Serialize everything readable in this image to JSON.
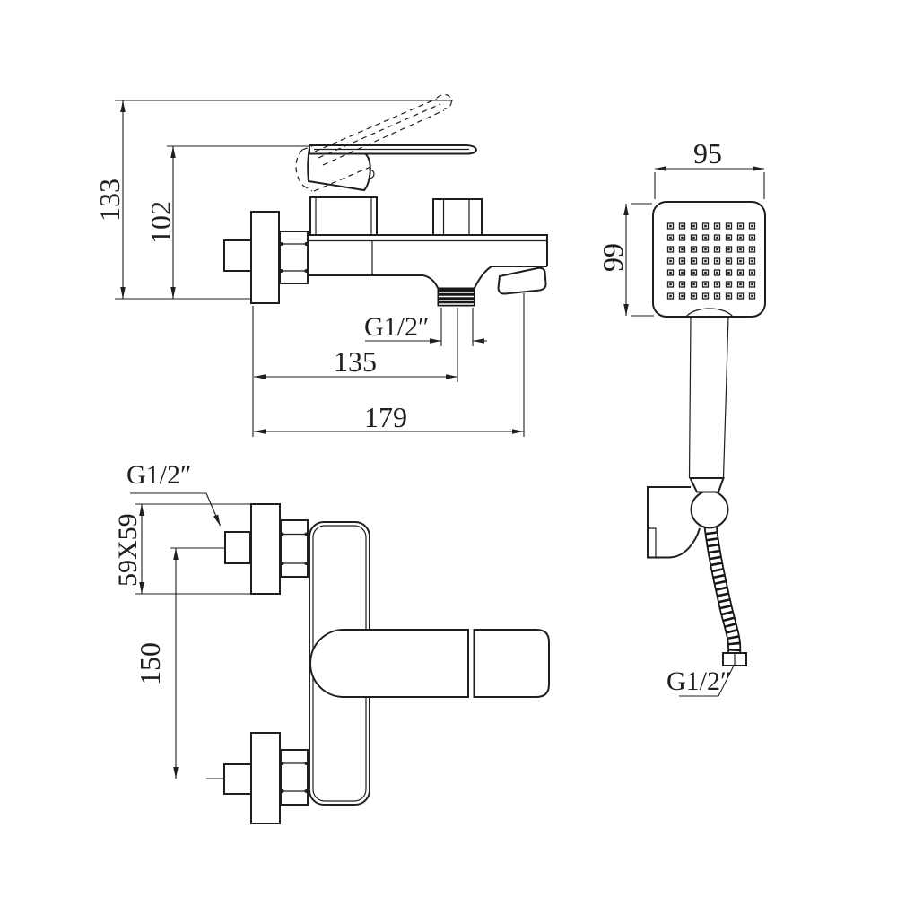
{
  "drawing": {
    "background": "#ffffff",
    "line_color": "#1f1f1f",
    "side_view": {
      "dim_overall_height": "133",
      "dim_body_height": "102",
      "dim_outlet_thread": "G1/2″",
      "dim_spout_center": "135",
      "dim_overall_depth": "179"
    },
    "front_view": {
      "dim_inlet_thread": "G1/2″",
      "dim_wall_plate": "59X59",
      "dim_inlet_spacing": "150"
    },
    "hand_shower": {
      "dim_head_width": "95",
      "dim_head_height": "99",
      "dim_hose_thread": "G1/2″",
      "nozzle_grid": {
        "cols": 8,
        "rows": 7
      }
    }
  }
}
